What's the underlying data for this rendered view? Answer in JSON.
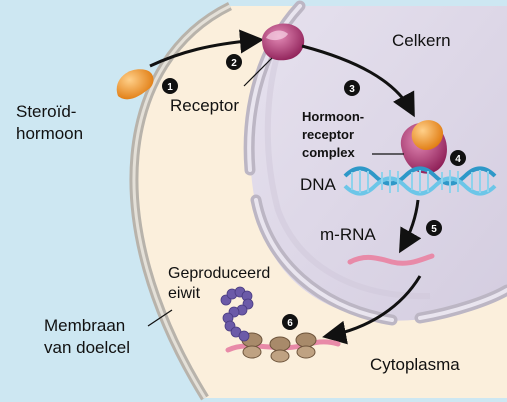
{
  "labels": {
    "steroid_line1": "Steroïd-",
    "steroid_line2": "hormoon",
    "receptor": "Receptor",
    "celkern": "Celkern",
    "complex_line1": "Hormoon-",
    "complex_line2": "receptor",
    "complex_line3": "complex",
    "dna": "DNA",
    "mrna": "m-RNA",
    "eiwit_line1": "Geproduceerd",
    "eiwit_line2": "eiwit",
    "membraan_line1": "Membraan",
    "membraan_line2": "van doelcel",
    "cytoplasma": "Cytoplasma"
  },
  "steps": [
    "1",
    "2",
    "3",
    "4",
    "5",
    "6"
  ],
  "colors": {
    "extracellular": "#cde7f2",
    "cytoplasm": "#fbefdc",
    "nucleus": "#dcd6e6",
    "membrane": "#b8b3ab",
    "hormone": "#f39a2a",
    "receptor": "#a8306a",
    "dna": "#3aaed8",
    "mrna": "#e88aa8",
    "protein": "#6b5aa8",
    "ribosome": "#a88a6a"
  }
}
